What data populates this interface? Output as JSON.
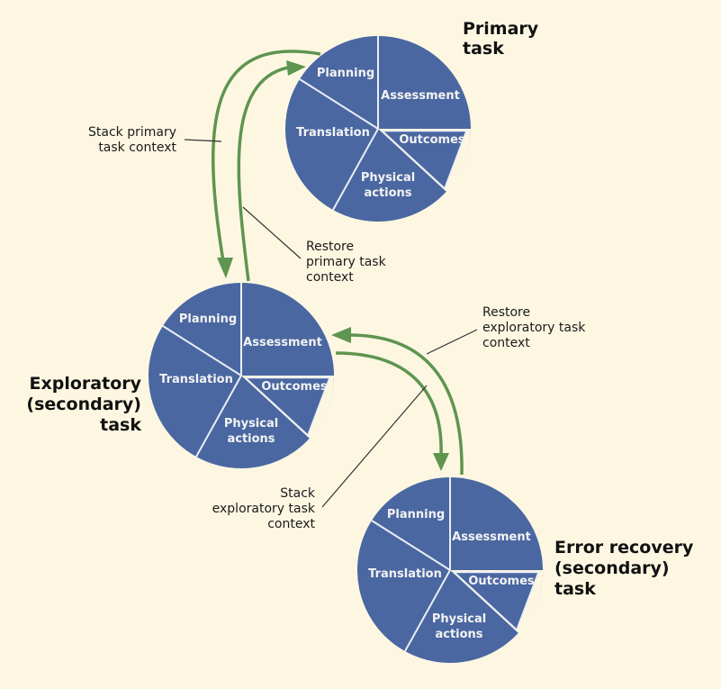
{
  "colors": {
    "background": "#fdf7e2",
    "pie": "#4a67a1",
    "separator": "#e9eef6",
    "arrow": "#5e9550",
    "callout_line": "#333333"
  },
  "slice_labels": {
    "planning": "Planning",
    "assessment": "Assessment",
    "translation": "Translation",
    "outcomes": "Outcomes",
    "physical_1": "Physical",
    "physical_2": "actions"
  },
  "tasks": [
    {
      "id": "primary",
      "title_lines": [
        "Primary",
        "task"
      ]
    },
    {
      "id": "exploratory",
      "title_lines": [
        "Exploratory",
        "(secondary)",
        "task"
      ]
    },
    {
      "id": "error",
      "title_lines": [
        "Error recovery",
        "(secondary)",
        "task"
      ]
    }
  ],
  "callouts": {
    "stack_primary": [
      "Stack primary",
      "task context"
    ],
    "restore_primary": [
      "Restore",
      "primary task",
      "context"
    ],
    "restore_exploratory": [
      "Restore",
      "exploratory task",
      "context"
    ],
    "stack_exploratory": [
      "Stack",
      "exploratory task",
      "context"
    ]
  }
}
